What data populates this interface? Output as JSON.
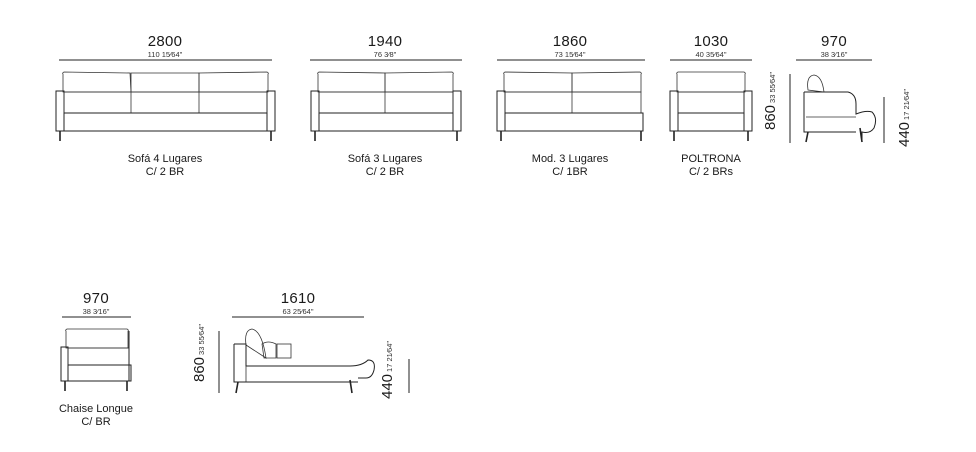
{
  "items": [
    {
      "width_mm": "2800",
      "width_in": "110 15⁄64\"",
      "caption_1": "Sofá 4 Lugares",
      "caption_2": "C/ 2 BR"
    },
    {
      "width_mm": "1940",
      "width_in": "76 3⁄8\"",
      "caption_1": "Sofá 3 Lugares",
      "caption_2": "C/ 2 BR"
    },
    {
      "width_mm": "1860",
      "width_in": "73 15⁄64\"",
      "caption_1": "Mod. 3 Lugares",
      "caption_2": "C/ 1BR"
    },
    {
      "width_mm": "1030",
      "width_in": "40 35⁄64\"",
      "caption_1": "POLTRONA",
      "caption_2": "C/ 2 BRs"
    },
    {
      "width_mm": "970",
      "width_in": "38 3⁄16\""
    },
    {
      "width_mm": "970",
      "width_in": "38 3⁄16\"",
      "caption_1": "Chaise Longue",
      "caption_2": "C/ BR"
    },
    {
      "width_mm": "1610",
      "width_in": "63 25⁄64\""
    }
  ],
  "side_dims": {
    "height_mm": "860",
    "height_in": "33 55⁄64\"",
    "seat_mm": "440",
    "seat_in": "17 21⁄64\""
  },
  "chaise_dims": {
    "height_mm": "860",
    "height_in": "33 55⁄64\"",
    "seat_mm": "440",
    "seat_in": "17 21⁄64\""
  }
}
